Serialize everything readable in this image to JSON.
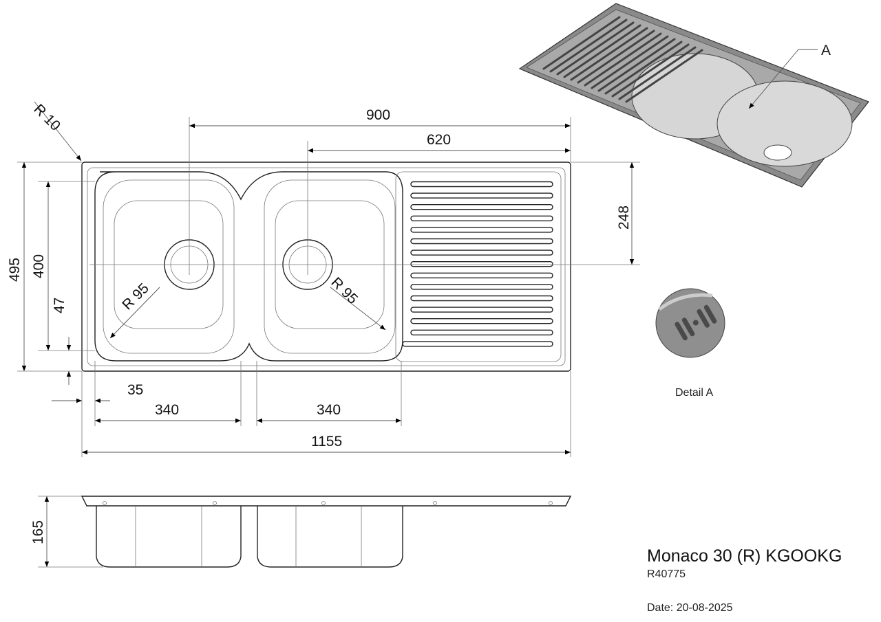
{
  "dimensions": {
    "r10": "R 10",
    "d900": "900",
    "d620": "620",
    "d248": "248",
    "d495": "495",
    "d400": "400",
    "d47": "47",
    "r95_left": "R 95",
    "r95_right": "R 95",
    "d35": "35",
    "d340_left": "340",
    "d340_right": "340",
    "d1155": "1155",
    "d165": "165"
  },
  "detail": {
    "marker": "A",
    "label": "Detail A"
  },
  "title_block": {
    "product": "Monaco 30 (R) KGOOKG",
    "code": "R40775",
    "date": "Date: 20-08-2025"
  }
}
